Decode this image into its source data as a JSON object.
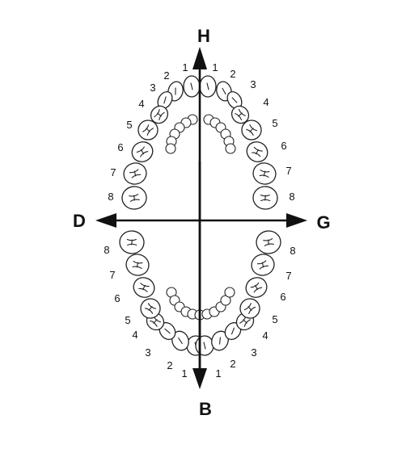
{
  "axes": {
    "top": "H",
    "bottom": "B",
    "left": "D",
    "right": "G"
  },
  "tooth_numbers": {
    "upper_right": [
      "1",
      "2",
      "3",
      "4",
      "5",
      "6",
      "7",
      "8"
    ],
    "upper_left": [
      "1",
      "2",
      "3",
      "4",
      "5",
      "6",
      "7",
      "8"
    ],
    "lower_right": [
      "1",
      "2",
      "3",
      "4",
      "5",
      "6",
      "7",
      "8"
    ],
    "lower_left": [
      "1",
      "2",
      "3",
      "4",
      "5",
      "6",
      "7",
      "8"
    ]
  }
}
